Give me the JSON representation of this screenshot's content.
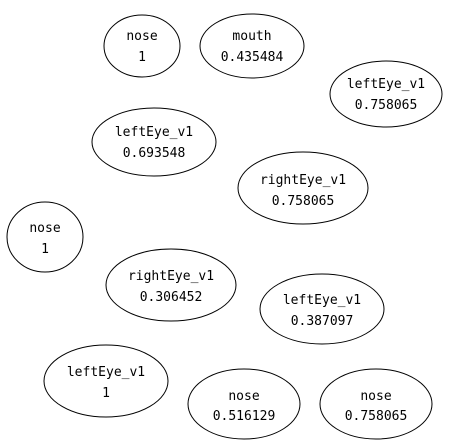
{
  "diagram": {
    "nodes": [
      {
        "label": "nose",
        "value": "1"
      },
      {
        "label": "mouth",
        "value": "0.435484"
      },
      {
        "label": "leftEye_v1",
        "value": "0.758065"
      },
      {
        "label": "leftEye_v1",
        "value": "0.693548"
      },
      {
        "label": "rightEye_v1",
        "value": "0.758065"
      },
      {
        "label": "nose",
        "value": "1"
      },
      {
        "label": "rightEye_v1",
        "value": "0.306452"
      },
      {
        "label": "leftEye_v1",
        "value": "0.387097"
      },
      {
        "label": "leftEye_v1",
        "value": "1"
      },
      {
        "label": "nose",
        "value": "0.516129"
      },
      {
        "label": "nose",
        "value": "0.758065"
      }
    ]
  },
  "colors": {
    "stroke": "#000000",
    "fill": "#ffffff",
    "text": "#000000"
  }
}
